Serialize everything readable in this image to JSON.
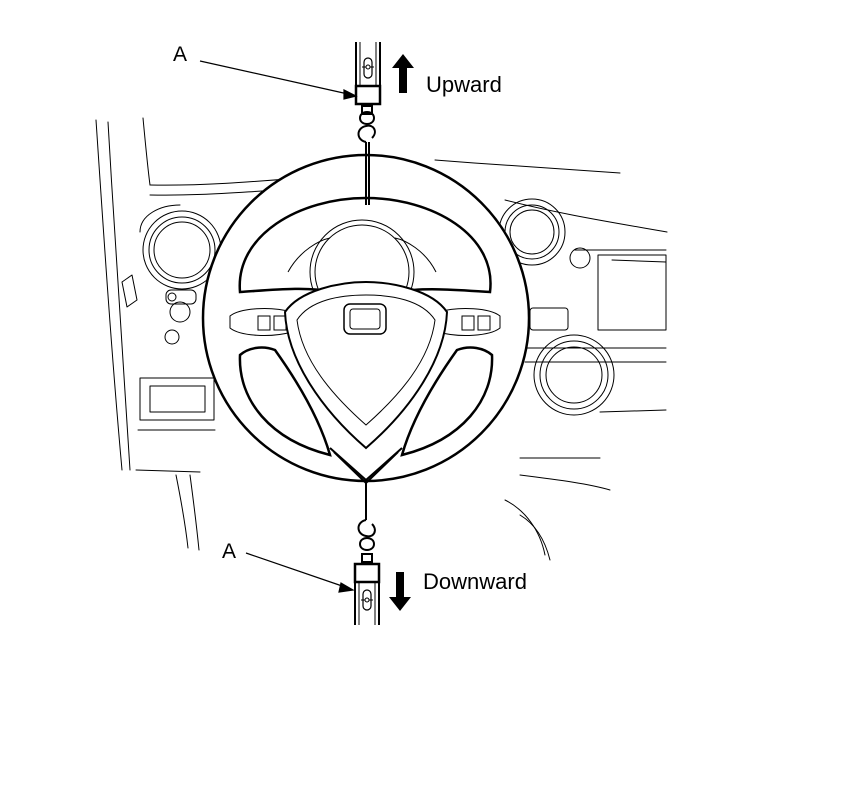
{
  "callouts": {
    "top": "A",
    "bottom": "A"
  },
  "directions": {
    "up": "Upward",
    "down": "Downward"
  },
  "colors": {
    "line": "#000000",
    "background": "#ffffff"
  },
  "icons": {
    "up": "arrow-up-icon",
    "down": "arrow-down-icon"
  }
}
